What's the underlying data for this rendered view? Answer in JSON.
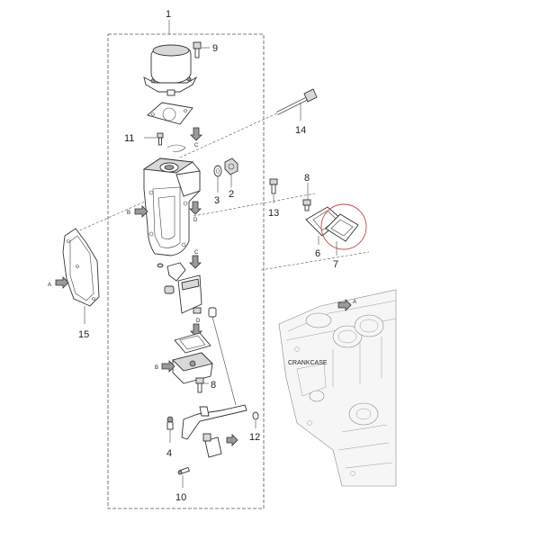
{
  "callouts": {
    "c1": "1",
    "c2": "2",
    "c3": "3",
    "c4": "4",
    "c6": "6",
    "c7": "7",
    "c8a": "8",
    "c8b": "8",
    "c9": "9",
    "c10": "10",
    "c11": "11",
    "c12": "12",
    "c13": "13",
    "c14": "14",
    "c15": "15"
  },
  "arrow_letters": {
    "a_left": "A",
    "a_crank": "A",
    "b_left": "B",
    "b_lower": "B",
    "c_top": "C",
    "c_mid": "C",
    "d_top": "D",
    "d_mid": "D"
  },
  "crankcase_label": "CRANKCASE",
  "colors": {
    "line": "#333333",
    "highlight": "#c44444",
    "fill": "#d8d8d8"
  }
}
